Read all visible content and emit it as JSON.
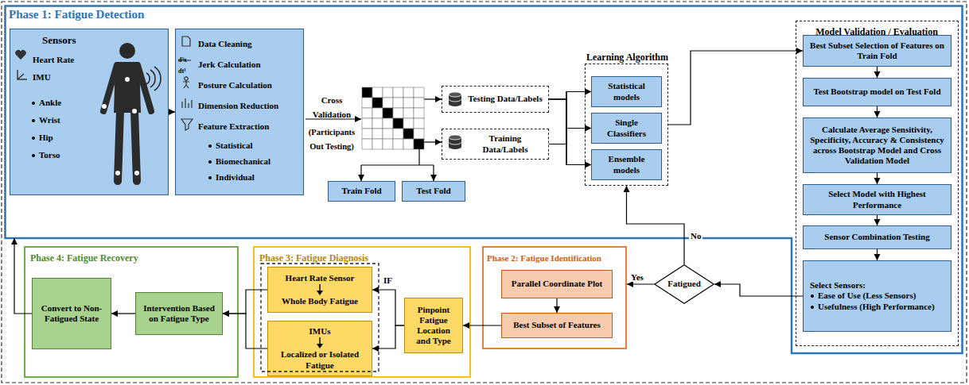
{
  "diagram": {
    "nodes": [
      {
        "text": [
          "Phase 1: Fatigue Detection"
        ]
      },
      {
        "text": [
          "Sensors",
          "Heart Rate",
          "IMU",
          "Ankle",
          "Wrist",
          "Hip",
          "Torso"
        ],
        "in": 0
      },
      {
        "text": [
          "Data Cleaning",
          "Jerk Calculation",
          "Posture Calculation",
          "Dimension Reduction",
          "Feature Extraction",
          "Statistical",
          "Biomechanical",
          "Individual"
        ],
        "in": 0
      },
      {
        "text": [
          "Train Fold"
        ],
        "in": 0
      },
      {
        "text": [
          "Test Fold"
        ],
        "in": 0
      },
      {
        "text": [
          "Testing Data/Labels"
        ],
        "in": 0
      },
      {
        "text": [
          "Training Data/Labels"
        ],
        "in": 0
      },
      {
        "text": [
          "Learning Algorithm"
        ],
        "in": 0
      },
      {
        "text": [
          "Statistical models"
        ],
        "in": 7
      },
      {
        "text": [
          "Single Classifiers"
        ],
        "in": 7
      },
      {
        "text": [
          "Ensemble models"
        ],
        "in": 7
      },
      {
        "text": [
          "Model Validation / Evaluation"
        ],
        "in": 0
      },
      {
        "text": [
          "Best Subset Selection of Features on Train Fold"
        ],
        "in": 11
      },
      {
        "text": [
          "Test Bootstrap model on Test Fold"
        ],
        "in": 11
      },
      {
        "text": [
          "Calculate Average Sensitivity, Specificity, Accuracy & Consistency across Bootstrap Model and Cross Validation Model"
        ],
        "in": 11
      },
      {
        "text": [
          "Select Model with Highest Performance"
        ],
        "in": 11
      },
      {
        "text": [
          "Sensor Combination Testing"
        ],
        "in": 11
      },
      {
        "text": [
          "Select Sensors:",
          "Ease of Use (Less Sensors)",
          "Usefulness (High Performance)"
        ],
        "in": 11
      },
      {
        "text": [
          "Fatigued"
        ]
      },
      {
        "text": [
          "Phase 2: Fatigue Identification"
        ]
      },
      {
        "text": [
          "Parallel Coordinate Plot"
        ],
        "in": 19
      },
      {
        "text": [
          "Best Subset of Features"
        ],
        "in": 19
      },
      {
        "text": [
          "Phase 3: Fatigue Diagnosis"
        ]
      },
      {
        "text": [
          "Pinpoint Fatigue Location and Type"
        ],
        "in": 22
      },
      {
        "text": [
          "Heart Rate Sensor",
          "Whole Body Fatigue"
        ],
        "in": 22
      },
      {
        "text": [
          "IMUs",
          "Localized or Isolated Fatigue"
        ],
        "in": 22
      },
      {
        "text": [
          "Phase 4: Fatigue Recovery"
        ]
      },
      {
        "text": [
          "Convert to Non-Fatigued State"
        ],
        "in": 26
      },
      {
        "text": [
          "Intervention Based on Fatigue Type"
        ],
        "in": 26
      }
    ],
    "edges": [
      {
        "from": 1,
        "to": 2,
        "arrow": "to"
      },
      {
        "from": 5,
        "to": 8,
        "arrow": "to"
      },
      {
        "from": 5,
        "to": 9,
        "arrow": "to"
      },
      {
        "from": 5,
        "to": 10,
        "arrow": "to"
      },
      {
        "from": 6,
        "to": 8,
        "arrow": "to"
      },
      {
        "from": 6,
        "to": 9,
        "arrow": "to"
      },
      {
        "from": 6,
        "to": 10,
        "arrow": "to"
      },
      {
        "from": 7,
        "to": 12,
        "arrow": "to"
      },
      {
        "from": 12,
        "to": 13,
        "arrow": "to"
      },
      {
        "from": 13,
        "to": 14,
        "arrow": "to"
      },
      {
        "from": 14,
        "to": 15,
        "arrow": "to"
      },
      {
        "from": 15,
        "to": 16,
        "arrow": "to"
      },
      {
        "from": 16,
        "to": 17,
        "arrow": "to"
      },
      {
        "from": 17,
        "to": 18,
        "arrow": "to"
      },
      {
        "from": 18,
        "to": 7,
        "label": "No",
        "arrow": "to"
      },
      {
        "from": 18,
        "to": 19,
        "label": "Yes",
        "arrow": "to"
      },
      {
        "from": 20,
        "to": 21,
        "arrow": "to"
      },
      {
        "from": 21,
        "to": 23,
        "arrow": "to"
      },
      {
        "from": 23,
        "to": 24,
        "arrow": "to"
      },
      {
        "from": 23,
        "to": 25,
        "arrow": "to"
      },
      {
        "from": 24,
        "to": 28,
        "arrow": "to"
      },
      {
        "from": 25,
        "to": 28,
        "arrow": "to"
      },
      {
        "from": 28,
        "to": 27,
        "arrow": "to"
      },
      {
        "from": 27,
        "to": 0,
        "arrow": "to"
      }
    ],
    "labels": [
      "d³x",
      "dt³",
      "Cross Validation",
      "(Participants Out Testing)",
      "IF"
    ]
  }
}
